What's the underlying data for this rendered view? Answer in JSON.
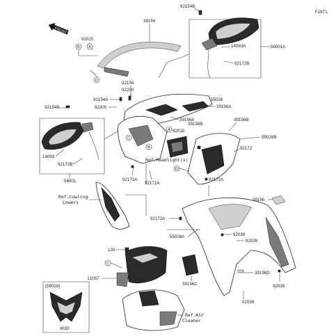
{
  "figure_code": "F2871",
  "front_tag": "FRONT",
  "parts": {
    "p39154": "39154",
    "p92154B_top": "92154B",
    "p92015_left": "92015",
    "p14093A": "14093A",
    "p56001A": "56001A",
    "p92172B_top": "92172B",
    "p92154": "92154",
    "p92200": "92200",
    "p92154A": "92154A",
    "p92300": "92300",
    "p55028": "55028",
    "p39156A_1": "39156A",
    "p92154B_left": "92154B",
    "p39156A_2": "39156A",
    "p92015_mid": "92015",
    "p39156B_1": "39156B",
    "p39156B_2": "39156B",
    "p55028B": "55028B",
    "p14093": "14093",
    "p92172B_left": "92172B",
    "p56001": "56001",
    "p92172_right": "92172",
    "p92172A_1": "92172A",
    "p92172A_2": "92172A",
    "p92172A_3": "92172A",
    "p92172A_4": "92172A",
    "p39156": "39156",
    "p55028A": "55028A",
    "p92039_1": "92039",
    "p92039_2": "92039",
    "p92039_3": "92039",
    "p92039_4": "92039",
    "p130": "130",
    "p11057": "11057",
    "p39156C": "39156C",
    "p39156D": "39156D",
    "inset_label": "(55028)",
    "inset_code": "W3D"
  },
  "references": {
    "headlight": "Ref.Headlight(s)",
    "cowling_l1": "Ref.Cowling",
    "cowling_l2": "Lowers",
    "air_l1": "Ref.Air",
    "air_l2": "Cleaner"
  },
  "callouts": [
    "A",
    "B",
    "C",
    "D"
  ]
}
